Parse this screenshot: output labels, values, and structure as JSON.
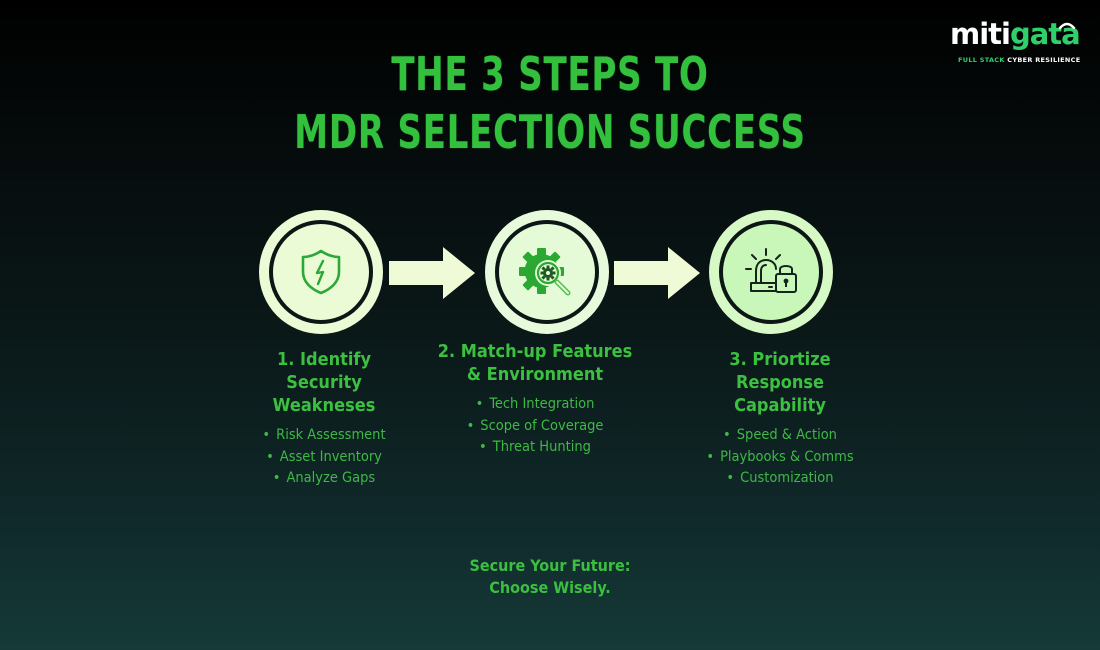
{
  "brand": {
    "logo_white": "miti",
    "logo_green": "gata",
    "tagline_green": "FULL STACK",
    "tagline_white": "CYBER RESILIENCE",
    "green": "#2fd06a"
  },
  "title": {
    "line1": "THE 3 STEPS TO",
    "line2": "MDR SELECTION SUCCESS",
    "color": "#33c13d"
  },
  "steps": [
    {
      "icon": "shield-lightning-icon",
      "title_lines": [
        "1. Identify",
        "Security",
        "Weakneses"
      ],
      "bullets": [
        "Risk Assessment",
        "Asset Inventory",
        "Analyze Gaps"
      ]
    },
    {
      "icon": "gear-magnifier-icon",
      "title_lines": [
        "2. Match-up Features",
        "& Environment"
      ],
      "bullets": [
        "Tech Integration",
        "Scope of Coverage",
        "Threat Hunting"
      ]
    },
    {
      "icon": "alarm-lock-icon",
      "title_lines": [
        "3. Priortize",
        "Response",
        "Capability"
      ],
      "bullets": [
        "Speed & Action",
        "Playbooks & Comms",
        "Customization"
      ]
    }
  ],
  "bullet_glyph": "•",
  "footer": {
    "line1": "Secure Your Future:",
    "line2": "Choose Wisely."
  },
  "colors": {
    "circle_fill": "#e9fbd8",
    "ring": "#0c1615",
    "arrow": "#eefbd6",
    "text_green": "#3cc040"
  }
}
